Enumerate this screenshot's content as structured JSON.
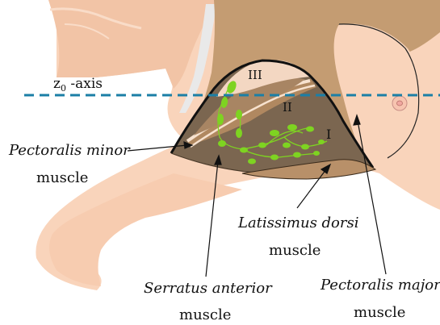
{
  "axis": {
    "label_main": "z",
    "label_sub": "0",
    "label_suffix": " -axis"
  },
  "levels": {
    "level_1": "I",
    "level_2": "II",
    "level_3": "III"
  },
  "labels": {
    "pectoralis_minor_line1": "Pectoralis minor",
    "pectoralis_minor_line2": "muscle",
    "latissimus_dorsi_line1": "Latissimus dorsi",
    "latissimus_dorsi_line2": "muscle",
    "serratus_anterior_line1": "Serratus anterior",
    "serratus_anterior_line2": "muscle",
    "pectoralis_major_line1": "Pectoralis major",
    "pectoralis_major_line2": "muscle"
  },
  "colors": {
    "skin": "#f9d4bb",
    "skin_shadow": "#f0c3a4",
    "muscle_major": "#c49c72",
    "muscle_mid": "#b08860",
    "axilla_dark": "#7b6650",
    "level_3_fill": "#f3d7c2",
    "lymph": "#7ed321",
    "axis_line": "#1b7fa6"
  }
}
